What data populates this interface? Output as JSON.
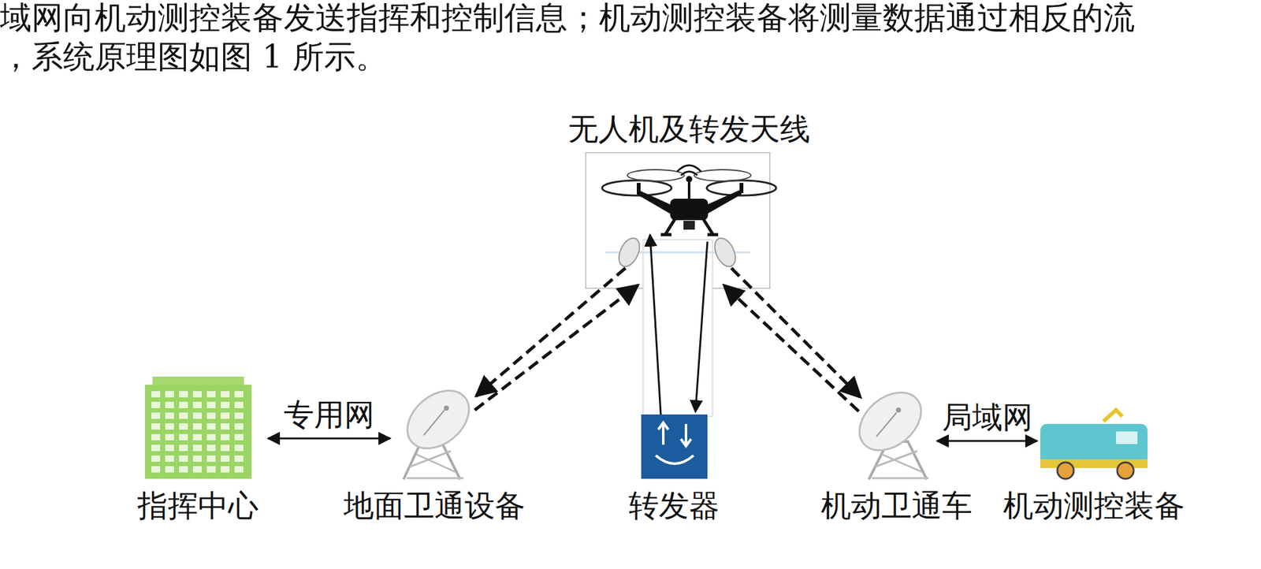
{
  "diagram": {
    "nodes": [
      {
        "text": [
          "无人机及转发天线"
        ]
      },
      {
        "text": [
          "指挥中心"
        ]
      },
      {
        "text": [
          "地面卫通设备"
        ]
      },
      {
        "text": [
          "转发器"
        ]
      },
      {
        "text": [
          "机动卫通车"
        ]
      },
      {
        "text": [
          "机动测控装备"
        ]
      }
    ],
    "edges": [
      {
        "from": 1,
        "to": 2,
        "label": "专用网",
        "arrow": "both"
      },
      {
        "from": 0,
        "to": 2,
        "arrow": "to"
      },
      {
        "from": 2,
        "to": 0,
        "arrow": "to"
      },
      {
        "from": 0,
        "to": 4,
        "arrow": "to"
      },
      {
        "from": 4,
        "to": 0,
        "arrow": "to"
      },
      {
        "from": 3,
        "to": 0,
        "arrow": "to"
      },
      {
        "from": 0,
        "to": 3,
        "arrow": "to"
      },
      {
        "from": 4,
        "to": 5,
        "label": "局域网",
        "arrow": "both"
      }
    ],
    "labels": [
      "域网向机动测控装备发送指挥和控制信息；机动测控装备将测量数据通过相反的流",
      "，系统原理图如图 1 所示。"
    ]
  }
}
